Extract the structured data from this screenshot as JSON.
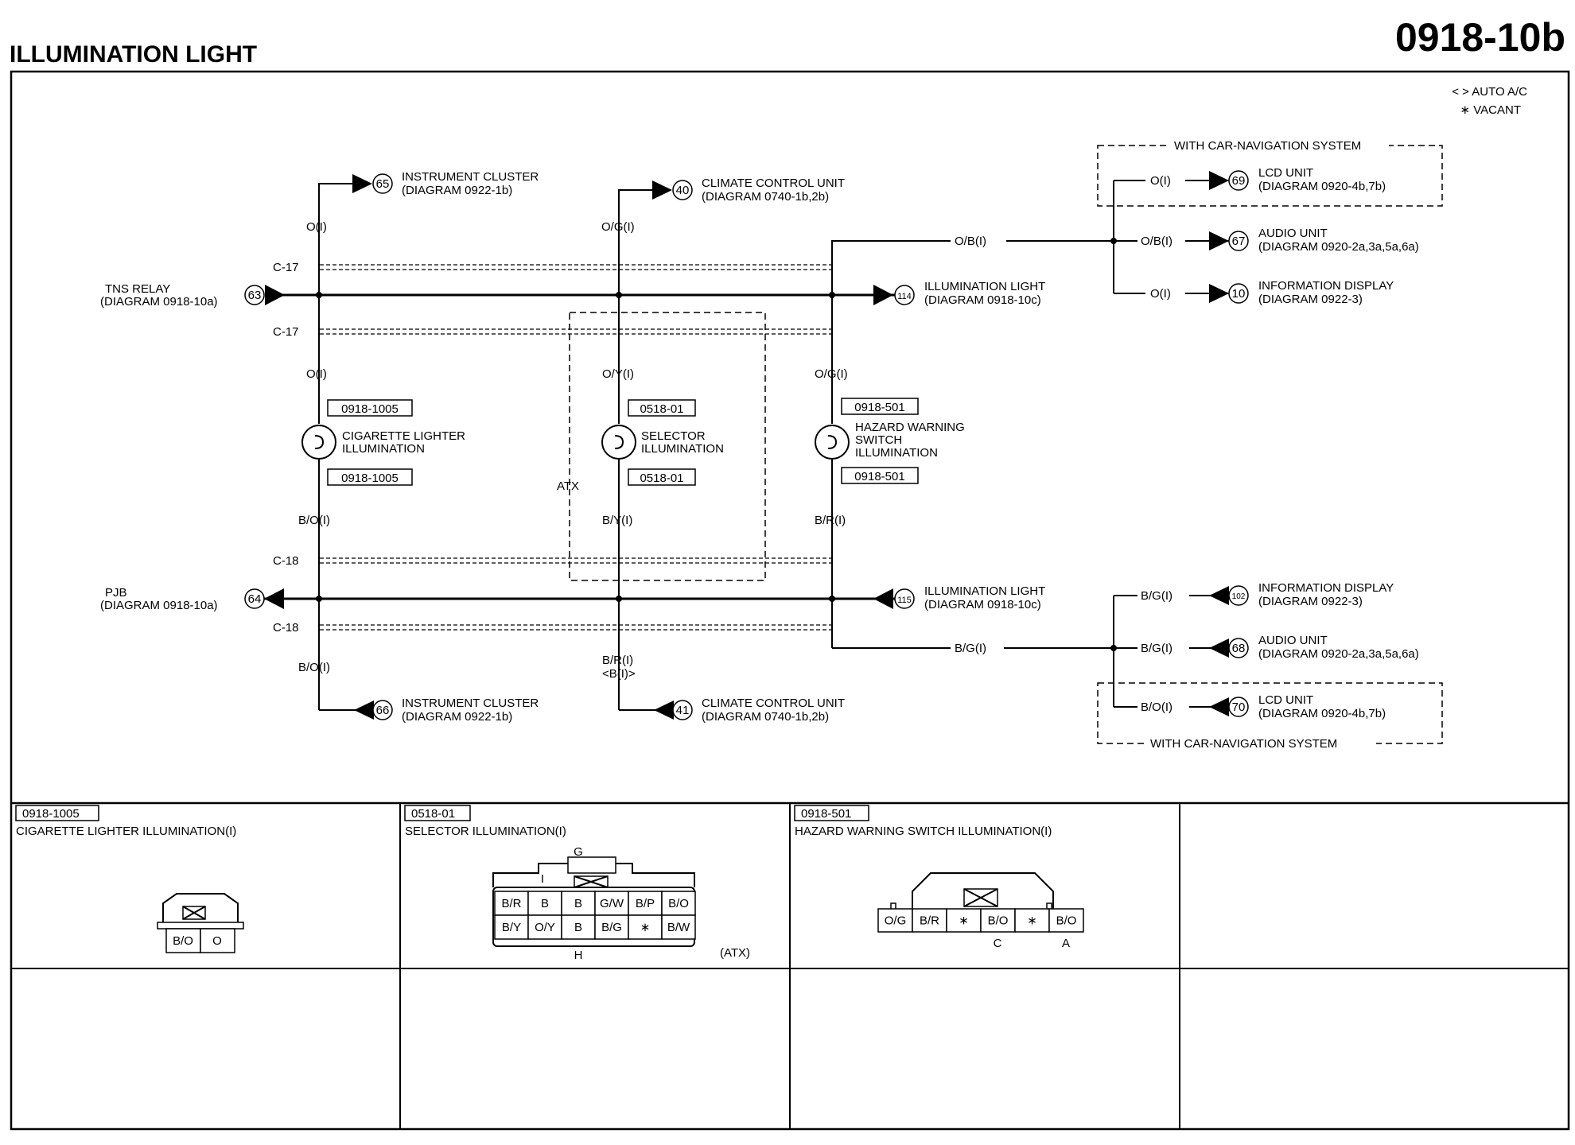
{
  "header": {
    "title": "ILLUMINATION LIGHT",
    "code": "0918-10b"
  },
  "legend": {
    "auto_ac": "< > AUTO A/C",
    "vacant": "∗ VACANT"
  },
  "top_left": {
    "circle": "65",
    "title": "INSTRUMENT CLUSTER",
    "diagram": "(DIAGRAM 0922-1b)",
    "wire": "O(I)"
  },
  "top_mid": {
    "circle": "40",
    "title": "CLIMATE CONTROL UNIT",
    "diagram": "(DIAGRAM 0740-1b,2b)",
    "wire": "O/G(I)"
  },
  "tns": {
    "title": "TNS RELAY",
    "diagram": "(DIAGRAM 0918-10a)",
    "circle": "63"
  },
  "illum_right_top": {
    "circle": "114",
    "title": "ILLUMINATION LIGHT",
    "diagram": "(DIAGRAM 0918-10c)"
  },
  "connectors": {
    "c17": "C-17",
    "c18": "C-18"
  },
  "nav_top": {
    "label": "WITH CAR-NAVIGATION SYSTEM",
    "wire_main": "O/B(I)",
    "lcd": {
      "wire": "O(I)",
      "circle": "69",
      "title": "LCD UNIT",
      "diagram": "(DIAGRAM 0920-4b,7b)"
    },
    "audio": {
      "wire": "O/B(I)",
      "circle": "67",
      "title": "AUDIO UNIT",
      "diagram": "(DIAGRAM 0920-2a,3a,5a,6a)"
    },
    "info": {
      "wire": "O(I)",
      "circle": "10",
      "title": "INFORMATION DISPLAY",
      "diagram": "(DIAGRAM 0922-3)"
    }
  },
  "bulbs": {
    "cig": {
      "wire_top": "O(I)",
      "conn": "0918-1005",
      "name1": "CIGARETTE LIGHTER",
      "name2": "ILLUMINATION",
      "wire_bot": "B/O(I)"
    },
    "sel": {
      "wire_top": "O/Y(I)",
      "conn": "0518-01",
      "name1": "SELECTOR",
      "name2": "ILLUMINATION",
      "wire_bot": "B/Y(I)",
      "atx": "ATX"
    },
    "haz": {
      "wire_top": "O/G(I)",
      "conn": "0918-501",
      "name1": "HAZARD WARNING",
      "name2": "SWITCH",
      "name3": "ILLUMINATION",
      "wire_bot": "B/R(I)"
    }
  },
  "pjb": {
    "title": "PJB",
    "diagram": "(DIAGRAM 0918-10a)",
    "circle": "64"
  },
  "illum_right_bot": {
    "circle": "115",
    "title": "ILLUMINATION LIGHT",
    "diagram": "(DIAGRAM 0918-10c)"
  },
  "bot_left": {
    "wire": "B/O(I)",
    "circle": "66",
    "title": "INSTRUMENT CLUSTER",
    "diagram": "(DIAGRAM 0922-1b)"
  },
  "bot_mid": {
    "wire1": "B/R(I)",
    "wire2": "<B(I)>",
    "circle": "41",
    "title": "CLIMATE CONTROL UNIT",
    "diagram": "(DIAGRAM 0740-1b,2b)"
  },
  "nav_bot": {
    "label": "WITH CAR-NAVIGATION SYSTEM",
    "wire_main": "B/G(I)",
    "info": {
      "wire": "B/G(I)",
      "circle": "102",
      "title": "INFORMATION DISPLAY",
      "diagram": "(DIAGRAM 0922-3)"
    },
    "audio": {
      "wire": "B/G(I)",
      "circle": "68",
      "title": "AUDIO UNIT",
      "diagram": "(DIAGRAM 0920-2a,3a,5a,6a)"
    },
    "lcd": {
      "wire": "B/O(I)",
      "circle": "70",
      "title": "LCD UNIT",
      "diagram": "(DIAGRAM 0920-4b,7b)"
    }
  },
  "panels": {
    "cig": {
      "code": "0918-1005",
      "title": "CIGARETTE LIGHTER ILLUMINATION(I)",
      "pins": [
        "B/O",
        "O"
      ]
    },
    "sel": {
      "code": "0518-01",
      "title": "SELECTOR ILLUMINATION(I)",
      "label_g": "G",
      "label_i": "I",
      "label_h": "H",
      "note": "(ATX)",
      "row1": [
        "B/R",
        "B",
        "B",
        "G/W",
        "B/P",
        "B/O"
      ],
      "row2": [
        "B/Y",
        "O/Y",
        "B",
        "B/G",
        "∗",
        "B/W"
      ]
    },
    "haz": {
      "code": "0918-501",
      "title": "HAZARD WARNING SWITCH ILLUMINATION(I)",
      "pins": [
        "O/G",
        "B/R",
        "∗",
        "B/O",
        "∗",
        "B/O"
      ],
      "label_c": "C",
      "label_a": "A"
    }
  }
}
